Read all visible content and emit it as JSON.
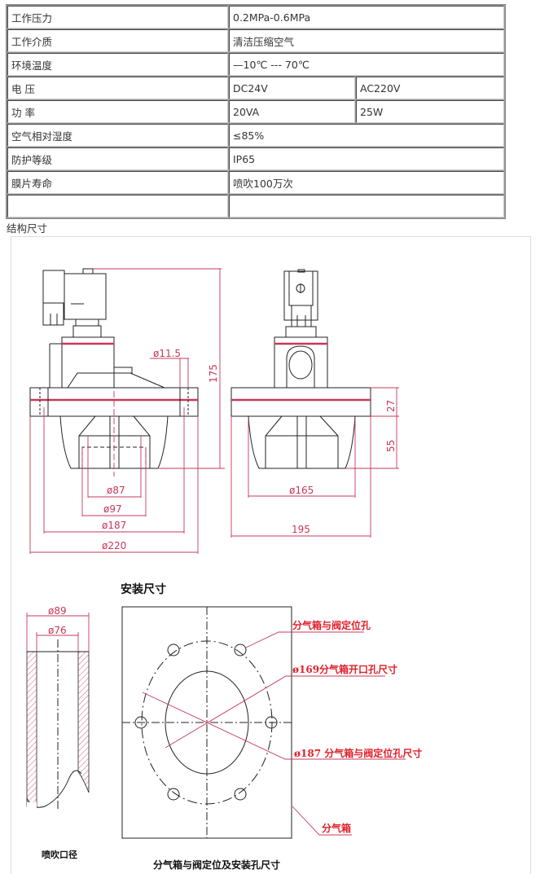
{
  "spec_table": {
    "rows": [
      {
        "label": "工作压力",
        "values": [
          "0.2MPa-0.6MPa"
        ]
      },
      {
        "label": "工作介质",
        "values": [
          "清洁压缩空气"
        ]
      },
      {
        "label": "环境温度",
        "values": [
          "—10℃ --- 70℃"
        ]
      },
      {
        "label": "电 压",
        "values": [
          "DC24V",
          "AC220V"
        ]
      },
      {
        "label": "功 率",
        "values": [
          "20VA",
          "25W"
        ]
      },
      {
        "label": "空气相对湿度",
        "values": [
          "≤85%"
        ]
      },
      {
        "label": "防护等级",
        "values": [
          "IP65"
        ]
      },
      {
        "label": "膜片寿命",
        "values": [
          "喷吹100万次"
        ]
      },
      {
        "label": "",
        "values": [
          ""
        ]
      }
    ]
  },
  "caption": "结构尺寸",
  "drawing": {
    "dims": {
      "d11_5": "ø11.5",
      "h175": "175",
      "d87": "ø87",
      "d97": "ø97",
      "d187": "ø187",
      "d220": "ø220",
      "d165": "ø165",
      "w195": "195",
      "h27": "27",
      "h55": "55",
      "d89": "ø89",
      "d76": "ø76"
    },
    "install_title": "安装尺寸",
    "labels": {
      "locating_hole": "分气箱与阀定位孔",
      "opening_dim": "ø169分气箱开口孔尺寸",
      "locating_dim": "ø187 分气箱与阀定位孔尺寸",
      "manifold": "分气箱"
    },
    "nozzle_caption": "喷吹口径",
    "install_caption": "分气箱与阀定位及安装孔尺寸",
    "colors": {
      "dimension": "#c8385a",
      "label": "#e0202a"
    }
  }
}
